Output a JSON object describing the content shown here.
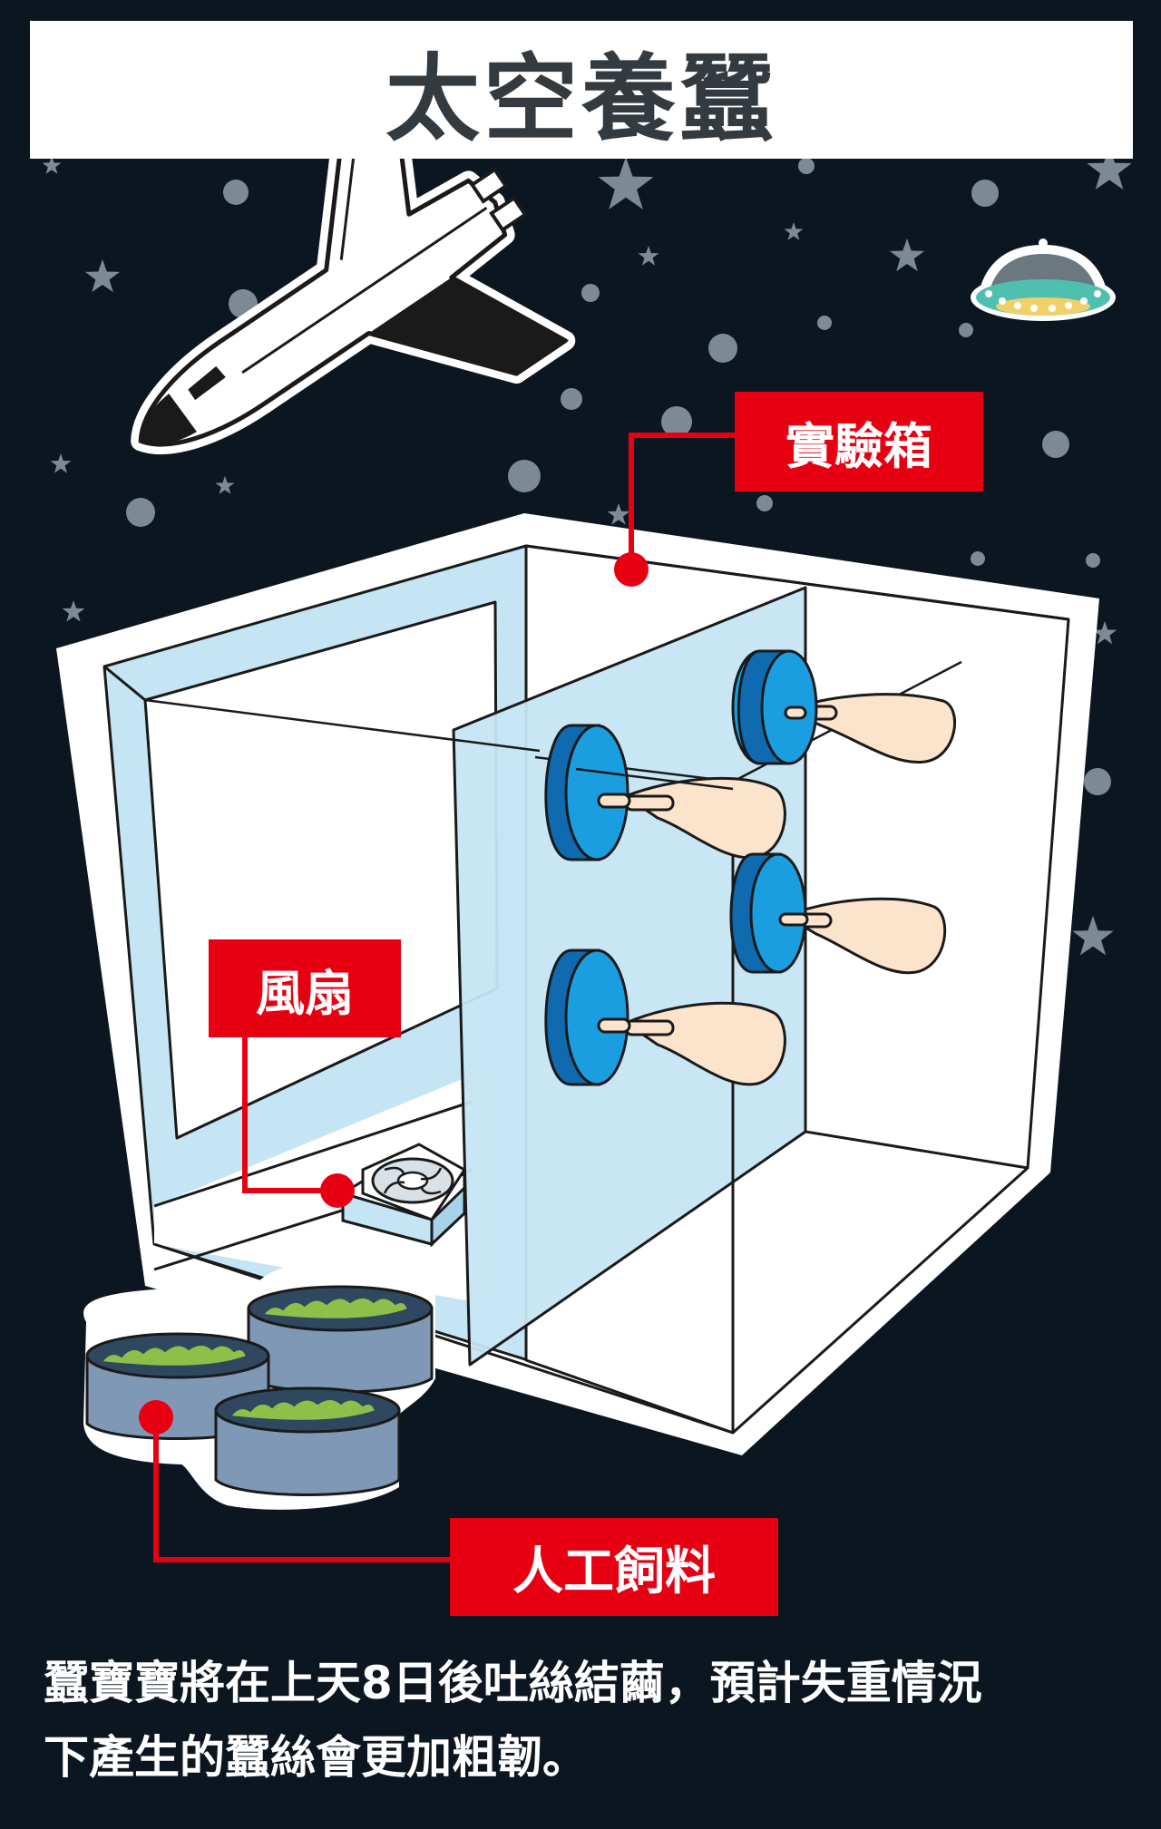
{
  "title": "太空養蠶",
  "labels": {
    "experiment_box": "實驗箱",
    "fan": "風扇",
    "artificial_feed": "人工飼料"
  },
  "caption": {
    "line1": "蠶寶寶將在上天8日後吐絲結繭，預計失重情況",
    "line2": "下產生的蠶絲會更加粗韌。"
  },
  "colors": {
    "background": "#0b1620",
    "label_red": "#e60012",
    "box_panel": "#c6e5f4",
    "cocoon": "#fbe3cc",
    "holder_dark": "#0f6ab0",
    "holder_light": "#1a9ee0",
    "tray": "#7f98b6",
    "food_green": "#8cc048",
    "ufo_teal": "#4fc0b0"
  },
  "icons": [
    "space-shuttle-icon",
    "ufo-icon",
    "star-icon",
    "fan-icon",
    "cocoon-icon",
    "feed-tray-icon"
  ]
}
